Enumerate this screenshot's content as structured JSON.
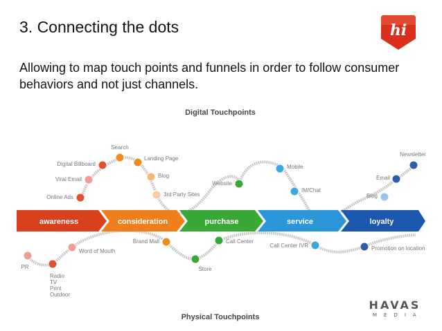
{
  "slide": {
    "title": "3. Connecting the dots",
    "subtitle": "Allowing to map touch points and funnels in order to follow consumer behaviors and not just channels.",
    "logo_text": "hi",
    "brand_word": "HAVAS",
    "brand_sub": "MEDIA"
  },
  "diagram": {
    "digital_heading": "Digital Touchpoints",
    "physical_heading": "Physical Touchpoints",
    "phases": [
      {
        "label": "awareness",
        "color": "#d8411c"
      },
      {
        "label": "consideration",
        "color": "#ef7f1a"
      },
      {
        "label": "purchase",
        "color": "#3aa836"
      },
      {
        "label": "service",
        "color": "#2b97d8"
      },
      {
        "label": "loyalty",
        "color": "#1c58ad"
      }
    ],
    "digital_touchpoints": [
      {
        "label": "Online Ads",
        "color": "#e0522a"
      },
      {
        "label": "Viral Email",
        "color": "#f29a94"
      },
      {
        "label": "Digital Billboard",
        "color": "#e0522a"
      },
      {
        "label": "Search",
        "color": "#f08a1e"
      },
      {
        "label": "Landing Page",
        "color": "#f08a1e"
      },
      {
        "label": "Blog",
        "color": "#f6b87a"
      },
      {
        "label": "3rd Party Sites",
        "color": "#f9c9a0"
      },
      {
        "label": "Website",
        "color": "#3aa836"
      },
      {
        "label": "Mobile",
        "color": "#3ea6df"
      },
      {
        "label": "IM/Chat",
        "color": "#3ea6df"
      },
      {
        "label": "Blog",
        "color": "#9cc4ea"
      },
      {
        "label": "Email",
        "color": "#2d5fa8"
      },
      {
        "label": "Newsletter",
        "color": "#2d5fa8"
      }
    ],
    "physical_touchpoints": [
      {
        "label": "PR",
        "color": "#f29a94"
      },
      {
        "label": "Radio TV Print Outdoor",
        "color": "#e0522a"
      },
      {
        "label": "Word of Mouth",
        "color": "#f29a94"
      },
      {
        "label": "Brand Mall",
        "color": "#f08a1e"
      },
      {
        "label": "Store",
        "color": "#3aa836"
      },
      {
        "label": "Call Center",
        "color": "#3aa836"
      },
      {
        "label": "Call Center IVR",
        "color": "#3ea6df"
      },
      {
        "label": "Promotion on location",
        "color": "#2d5fa8"
      }
    ]
  }
}
